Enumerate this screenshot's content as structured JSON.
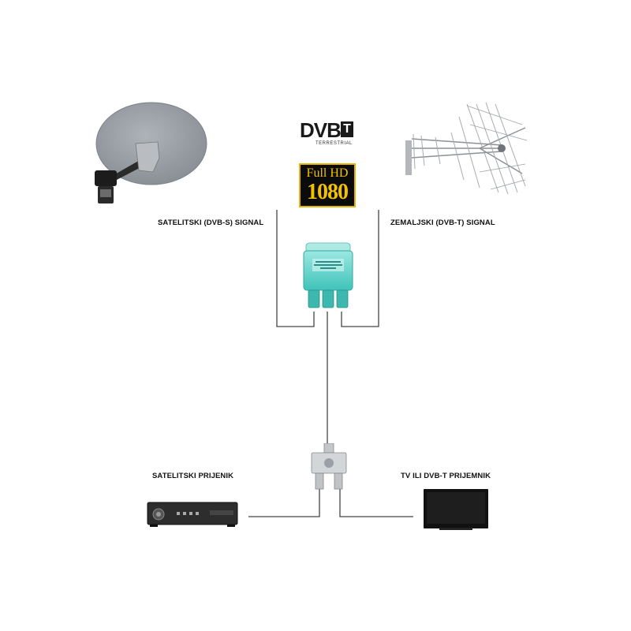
{
  "labels": {
    "satellite_signal": "SATELITSKI (DVB-S) SIGNAL",
    "terrestrial_signal": "ZEMALJSKI (DVB-T) SIGNAL",
    "satellite_receiver": "SATELITSKI PRIJENIK",
    "tv_receiver": "TV ILI DVB-T PRIJEMNIK"
  },
  "logos": {
    "dvb_main": "DVB",
    "dvb_letter": "T",
    "dvb_sub": "TERRESTRIAL",
    "hd_top": "Full HD",
    "hd_number": "1080"
  },
  "colors": {
    "wire": "#333333",
    "dish": "#9aa0a6",
    "diplexer": "#5fd0c8"
  }
}
